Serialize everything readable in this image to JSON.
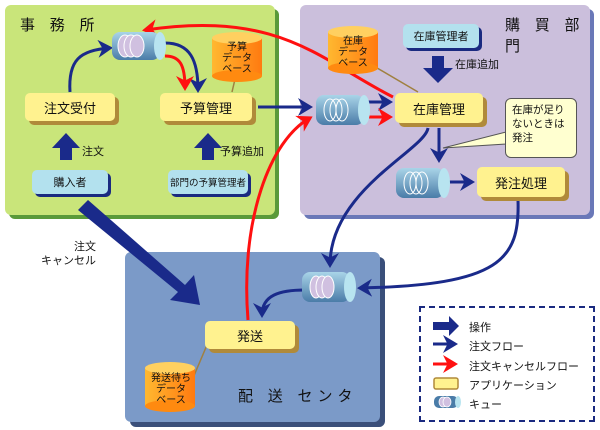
{
  "regions": {
    "office": {
      "label": "事 務 所",
      "color": "#c9e57a",
      "shadow": "#5a9a3a"
    },
    "purchasing": {
      "label": "購 買 部 門",
      "color": "#cbbfdc",
      "shadow": "#6a78b8"
    },
    "delivery": {
      "label": "配 送 センタ",
      "color": "#7b9ac8",
      "shadow": "#3a4f7a"
    }
  },
  "applications": {
    "order_reception": "注文受付",
    "budget_management": "予算管理",
    "inventory_management": "在庫管理",
    "order_processing": "発注処理",
    "shipping": "発送"
  },
  "actors": {
    "purchaser": "購入者",
    "dept_budget_manager": "部門の予算管理者",
    "inventory_manager": "在庫管理者"
  },
  "databases": {
    "budget_db": [
      "予算",
      "データ",
      "ベース"
    ],
    "inventory_db": [
      "在庫",
      "データ",
      "ベース"
    ],
    "shipping_db": [
      "発送待ち",
      "データ",
      "ベース"
    ]
  },
  "operation_labels": {
    "order": "注文",
    "budget_add": "予算追加",
    "inventory_add": "在庫追加",
    "cancel_line1": "注文",
    "cancel_line2": "キャンセル"
  },
  "callout": {
    "line1": "在庫が足り",
    "line2": "ないときは",
    "line3": "発注"
  },
  "legend": {
    "items": [
      {
        "icon": "operation-arrow-icon",
        "label": "操作"
      },
      {
        "icon": "order-flow-arrow-icon",
        "label": "注文フロー"
      },
      {
        "icon": "cancel-flow-arrow-icon",
        "label": "注文キャンセルフロー"
      },
      {
        "icon": "application-icon",
        "label": "アプリケーション"
      },
      {
        "icon": "queue-icon",
        "label": "キュー"
      }
    ]
  },
  "colors": {
    "order_flow": "#1a2a8a",
    "cancel_flow": "#ff1010",
    "application": "#fff28f",
    "actor": "#b3e1ee",
    "database": "#ff9a1a"
  }
}
